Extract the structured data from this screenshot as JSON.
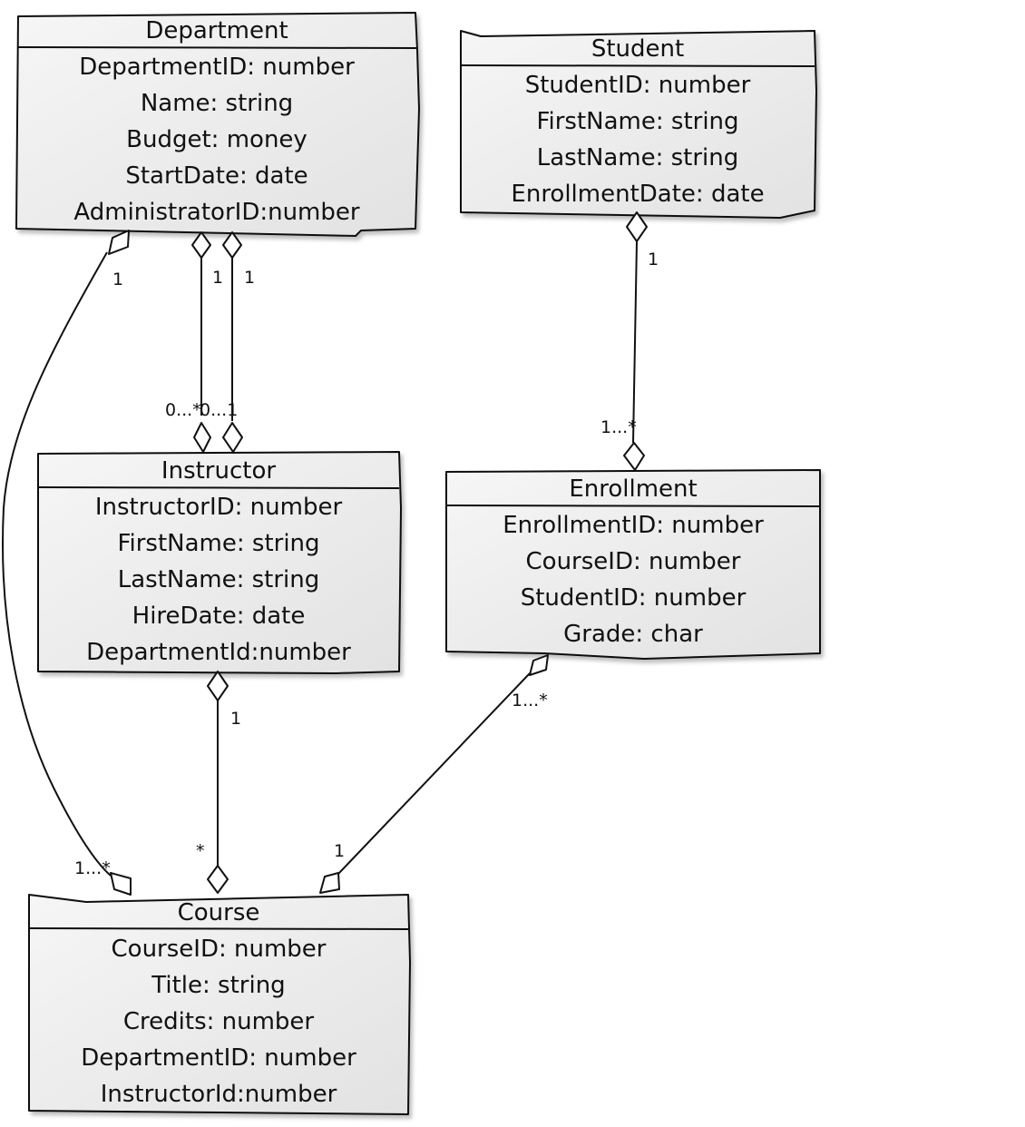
{
  "classes": {
    "department": {
      "name": "Department",
      "attributes": [
        "DepartmentID: number",
        "Name: string",
        "Budget: money",
        "StartDate: date",
        "AdministratorID:number"
      ]
    },
    "student": {
      "name": "Student",
      "attributes": [
        "StudentID: number",
        "FirstName: string",
        "LastName: string",
        "EnrollmentDate: date"
      ]
    },
    "instructor": {
      "name": "Instructor",
      "attributes": [
        "InstructorID: number",
        "FirstName: string",
        "LastName: string",
        "HireDate: date",
        "DepartmentId:number"
      ]
    },
    "enrollment": {
      "name": "Enrollment",
      "attributes": [
        "EnrollmentID: number",
        "CourseID: number",
        "StudentID: number",
        "Grade: char"
      ]
    },
    "course": {
      "name": "Course",
      "attributes": [
        "CourseID: number",
        "Title: string",
        "Credits: number",
        "DepartmentID: number",
        "InstructorId:number"
      ]
    }
  },
  "associations": [
    {
      "id": "department-course",
      "from": "Department",
      "to": "Course",
      "from_multiplicity": "1",
      "to_multiplicity": "1...*"
    },
    {
      "id": "department-instructor-a",
      "from": "Department",
      "to": "Instructor",
      "from_multiplicity": "1",
      "to_multiplicity": "0...*"
    },
    {
      "id": "department-instructor-b",
      "from": "Department",
      "to": "Instructor",
      "from_multiplicity": "1",
      "to_multiplicity": "0...1"
    },
    {
      "id": "student-enrollment",
      "from": "Student",
      "to": "Enrollment",
      "from_multiplicity": "1",
      "to_multiplicity": "1...*"
    },
    {
      "id": "instructor-course",
      "from": "Instructor",
      "to": "Course",
      "from_multiplicity": "1",
      "to_multiplicity": "*"
    },
    {
      "id": "enrollment-course",
      "from": "Enrollment",
      "to": "Course",
      "from_multiplicity": "1...*",
      "to_multiplicity": "1"
    }
  ]
}
